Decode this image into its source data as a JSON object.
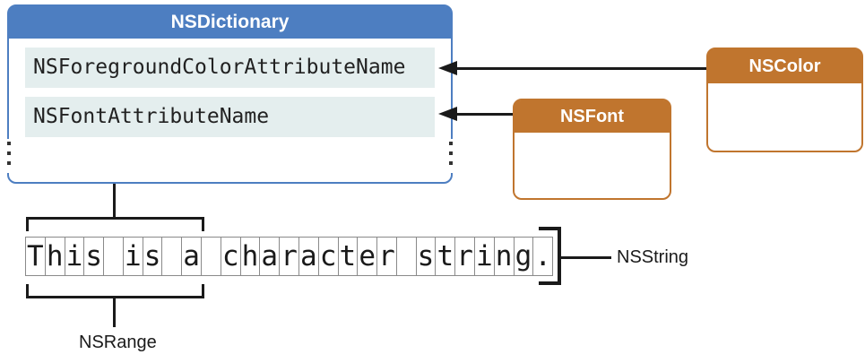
{
  "colors": {
    "blue": "#4D7EC1",
    "orange": "#C0752E",
    "row-bg": "#E4EEEE",
    "line": "#1A1A1A",
    "cell-border": "#8A8A8A",
    "dots": "#333333",
    "text": "#222222"
  },
  "dictionary": {
    "title": "NSDictionary",
    "rows": [
      "NSForegroundColorAttributeName",
      "NSFontAttributeName"
    ]
  },
  "classes": {
    "color": {
      "title": "NSColor"
    },
    "font": {
      "title": "NSFont"
    }
  },
  "string": {
    "characters": "This is a character string.",
    "label": "NSString"
  },
  "range": {
    "label": "NSRange"
  }
}
